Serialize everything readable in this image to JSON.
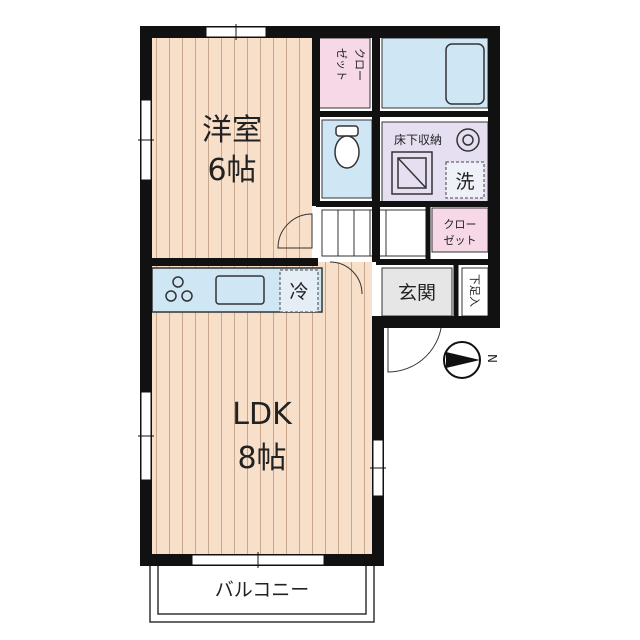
{
  "rooms": {
    "western": {
      "name": "洋室",
      "size": "6帖"
    },
    "ldk": {
      "name": "LDK",
      "size": "8帖"
    },
    "closet_top": {
      "line1": "クロー",
      "line2": "ゼット"
    },
    "closet_mid": {
      "line1": "クロー",
      "line2": "ゼット"
    },
    "underfloor": {
      "name": "床下収納"
    },
    "washer": {
      "label": "洗"
    },
    "fridge": {
      "label": "冷"
    },
    "entrance": {
      "name": "玄関"
    },
    "shoe": {
      "label": "下足入"
    },
    "balcony": {
      "name": "バルコニー"
    }
  },
  "compass": {
    "label": "N"
  },
  "colors": {
    "floor": "#f7dfc9",
    "floor_line": "#c9a78c",
    "closet": "#f6d8e6",
    "wet": "#cfe6f5",
    "storage": "#e6dff2",
    "entrance": "#e6e6e6",
    "wall": "#111111"
  }
}
